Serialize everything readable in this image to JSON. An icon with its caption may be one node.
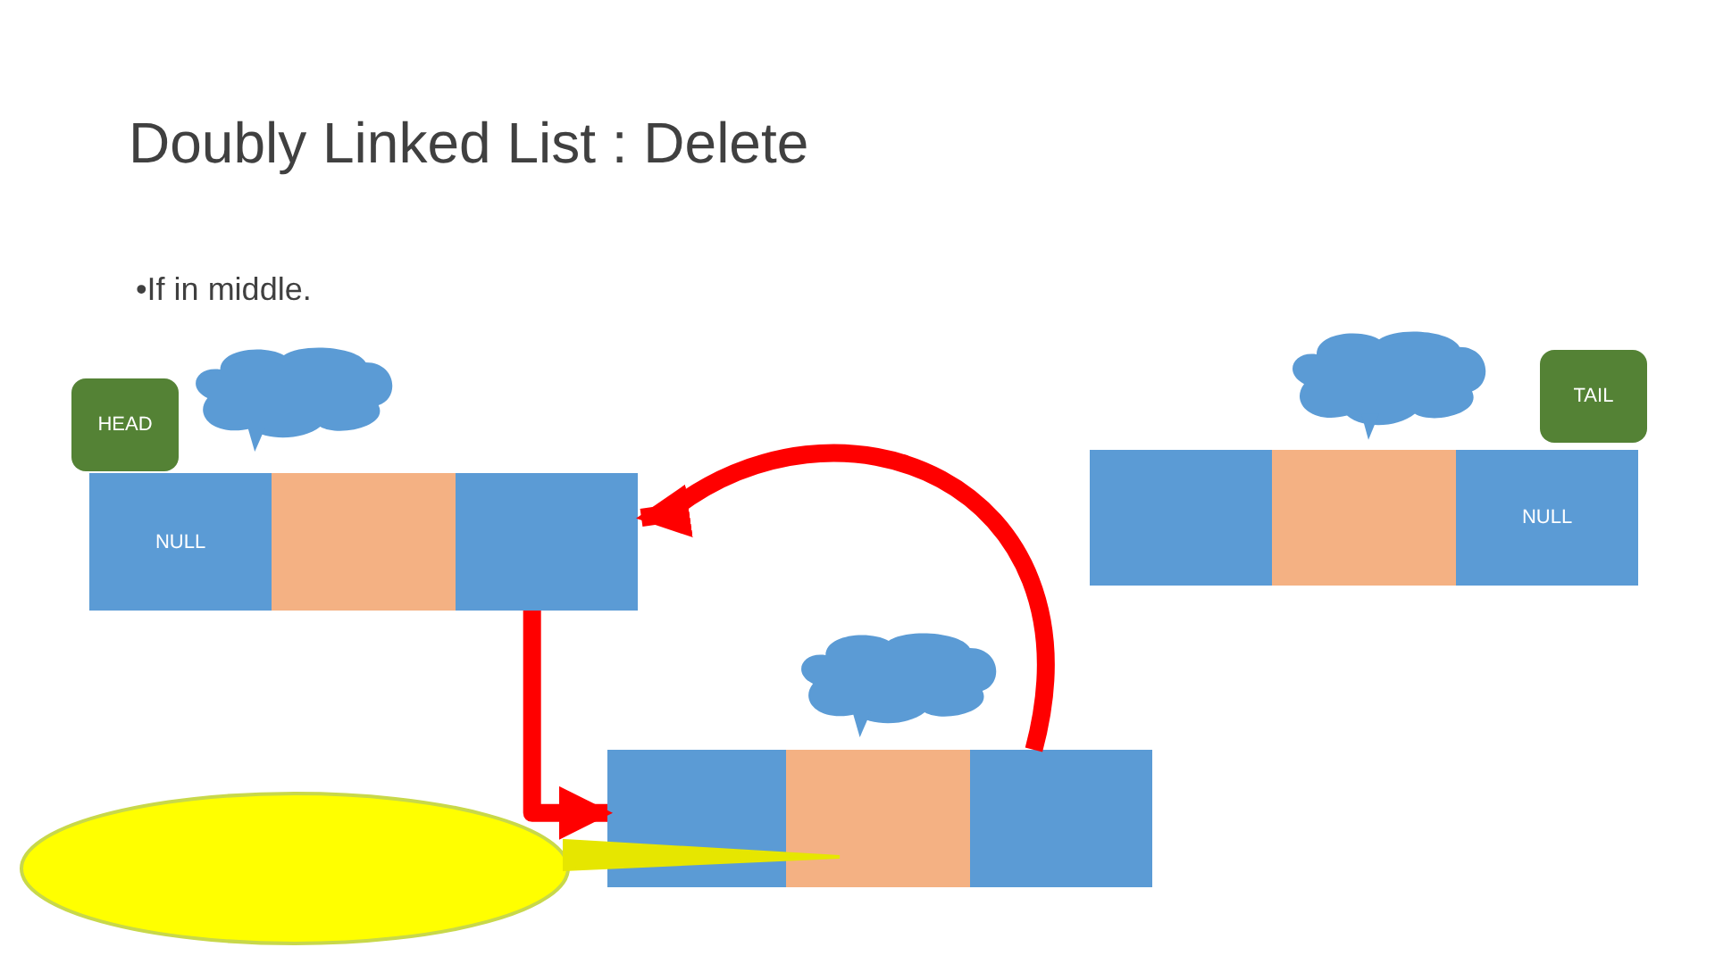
{
  "diagram": {
    "title": "Doubly Linked List : Delete",
    "labels": [
      "•If in middle."
    ],
    "nodes": [
      {
        "text": [
          "HEAD"
        ]
      },
      {
        "text": [],
        "shape": "cloud"
      },
      {
        "text": [
          "NULL"
        ]
      },
      {
        "text": [],
        "shape": "box"
      },
      {
        "text": [],
        "shape": "box"
      },
      {
        "text": [],
        "shape": "cloud"
      },
      {
        "text": [],
        "shape": "box"
      },
      {
        "text": [],
        "shape": "box"
      },
      {
        "text": [],
        "shape": "box"
      },
      {
        "text": [],
        "shape": "ellipse"
      },
      {
        "text": [],
        "shape": "cloud"
      },
      {
        "text": [
          "TAIL"
        ]
      },
      {
        "text": [],
        "shape": "box"
      },
      {
        "text": [],
        "shape": "box"
      },
      {
        "text": [
          "NULL"
        ]
      }
    ],
    "edges": [
      {
        "from": 8,
        "to": 4,
        "arrow": "to",
        "color": "#ff0000"
      },
      {
        "from": 4,
        "to": 6,
        "arrow": "to",
        "color": "#ff0000"
      },
      {
        "from": 9,
        "to": 7,
        "arrow": "none",
        "color": "#e6e600"
      }
    ]
  }
}
